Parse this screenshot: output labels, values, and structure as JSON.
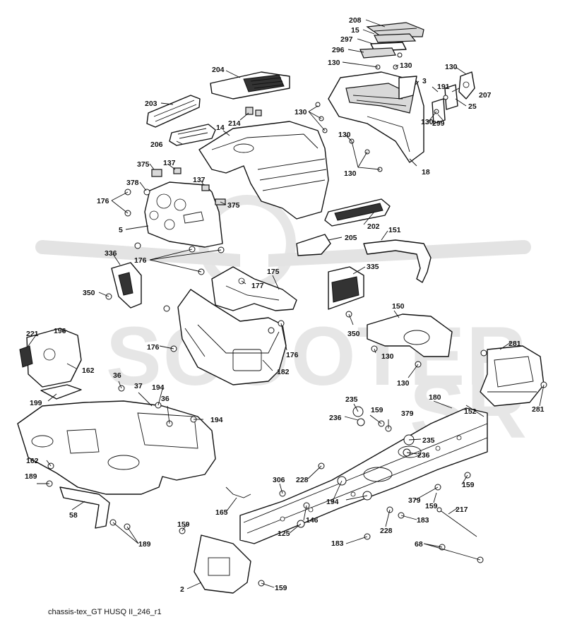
{
  "diagram": {
    "caption": "chassis-tex_GT HUSQ II_246_r1",
    "watermark": "SCOOTER",
    "watermark_tag": "SR"
  },
  "callouts": {
    "c208": "208",
    "c15": "15",
    "c297": "297",
    "c296": "296",
    "c130a": "130",
    "c130b": "130",
    "c204": "204",
    "c3": "3",
    "c130c": "130",
    "c191": "191",
    "c207": "207",
    "c25": "25",
    "c203": "203",
    "c130d": "130",
    "c214": "214",
    "c130e": "130",
    "c299": "299",
    "c206": "206",
    "c14": "14",
    "c130f": "130",
    "c130g": "130",
    "c18": "18",
    "c375a": "375",
    "c137a": "137",
    "c378": "378",
    "c137b": "137",
    "c176a": "176",
    "c375b": "375",
    "c202": "202",
    "c5": "5",
    "c151": "151",
    "c205": "205",
    "c336": "336",
    "c176b": "176",
    "c175": "175",
    "c335": "335",
    "c350a": "350",
    "c177": "177",
    "c150": "150",
    "c221": "221",
    "c196": "196",
    "c176c": "176",
    "c176d": "176",
    "c350b": "350",
    "c130h": "130",
    "c162a": "162",
    "c182": "182",
    "c281a": "281",
    "c130i": "130",
    "c36a": "36",
    "c37": "37",
    "c194a": "194",
    "c36b": "36",
    "c199": "199",
    "c235a": "235",
    "c180": "180",
    "c152": "152",
    "c281b": "281",
    "c159a": "159",
    "c379a": "379",
    "c236a": "236",
    "c194b": "194",
    "c235b": "235",
    "c236b": "236",
    "c162b": "162",
    "c306": "306",
    "c228a": "228",
    "c189a": "189",
    "c159b": "159",
    "c379b": "379",
    "c159c": "159",
    "c194c": "194",
    "c165": "165",
    "c58": "58",
    "c146": "146",
    "c217": "217",
    "c228b": "228",
    "c183a": "183",
    "c159d": "159",
    "c125": "125",
    "c189b": "189",
    "c183b": "183",
    "c68": "68",
    "c2": "2",
    "c159e": "159"
  }
}
